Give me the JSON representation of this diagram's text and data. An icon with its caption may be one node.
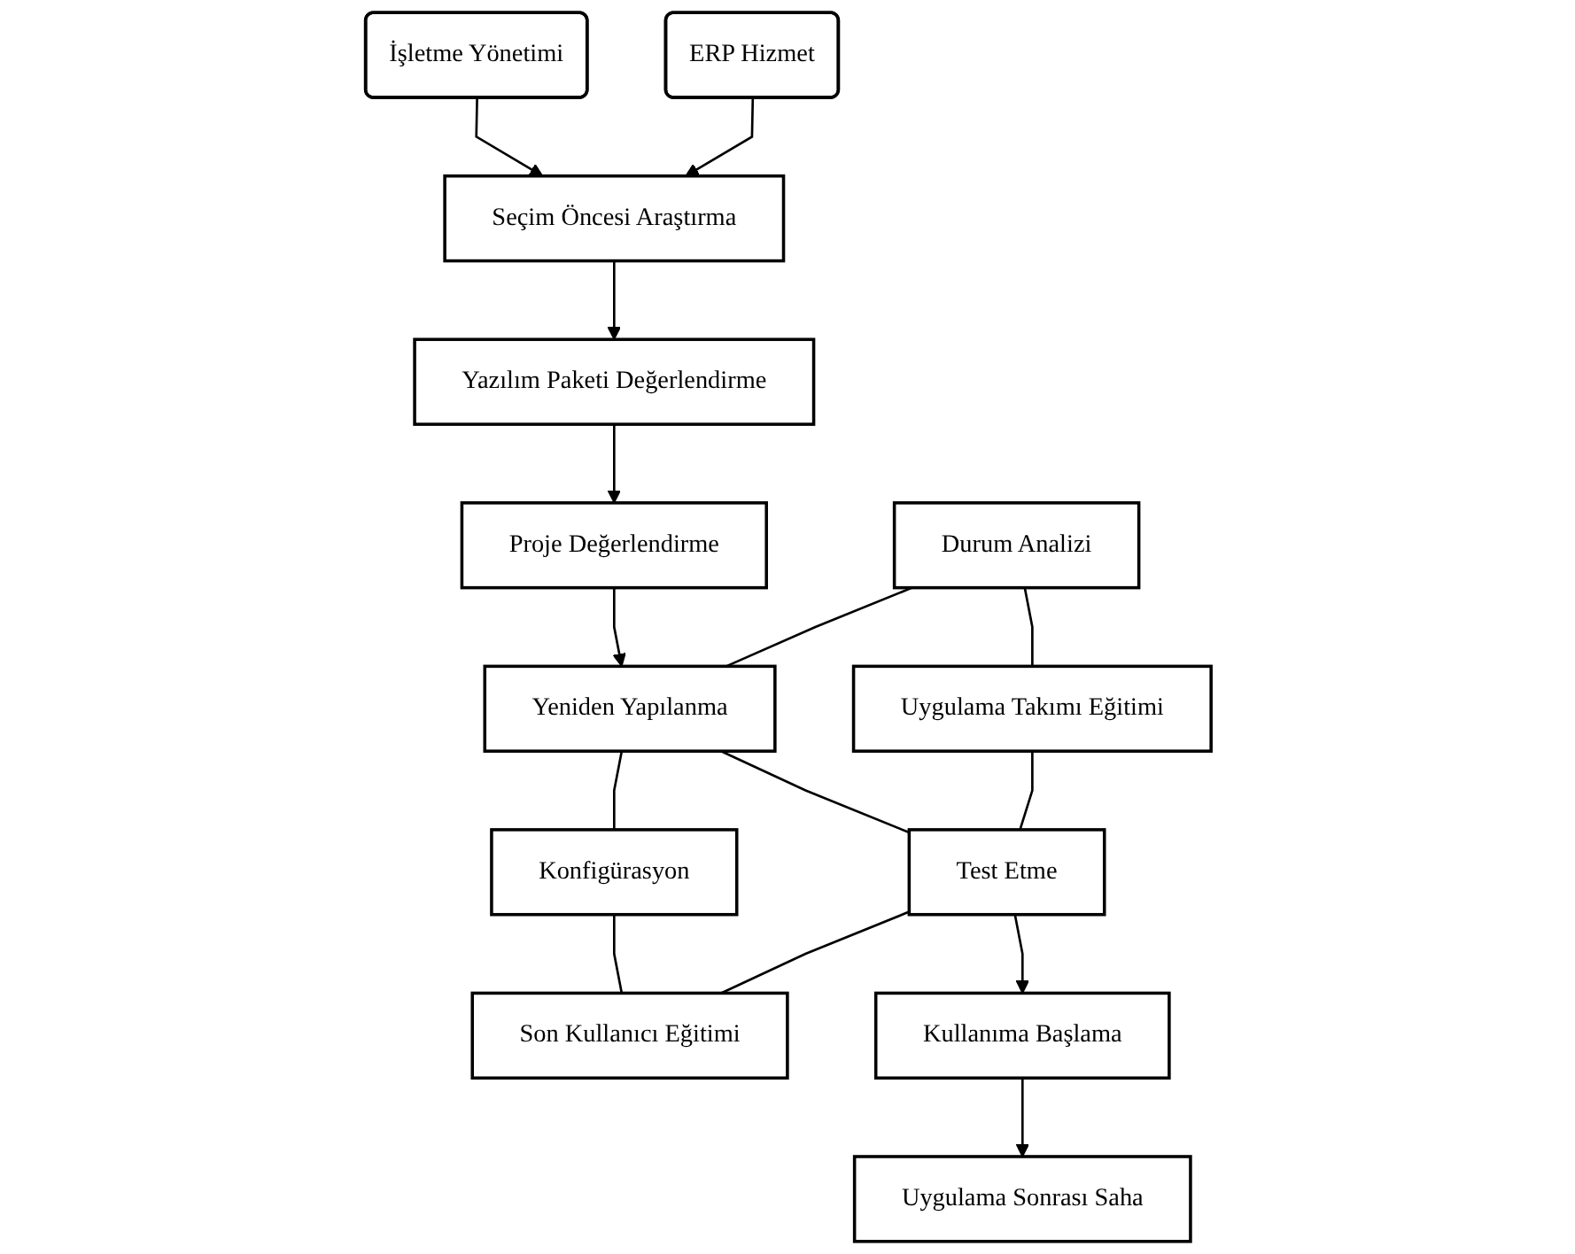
{
  "diagram": {
    "nodes": [
      {
        "text": [
          "İşletme Yönetimi"
        ]
      },
      {
        "text": [
          "Seçim Öncesi Araştırma"
        ]
      },
      {
        "text": [
          "ERP Hizmet"
        ]
      },
      {
        "text": [
          "Yazılım Paketi Değerlendirme"
        ]
      },
      {
        "text": [
          "Proje Değerlendirme"
        ]
      },
      {
        "text": [
          "Durum Analizi"
        ]
      },
      {
        "text": [
          "Yeniden Yapılanma"
        ]
      },
      {
        "text": [
          "Konfigürasyon"
        ]
      },
      {
        "text": [
          "Uygulama Takımı Eğitimi"
        ]
      },
      {
        "text": [
          "Test Etme"
        ]
      },
      {
        "text": [
          "Son Kullanıcı Eğitimi"
        ]
      },
      {
        "text": [
          "Kullanıma Başlama"
        ]
      },
      {
        "text": [
          "Uygulama Sonrası Saha"
        ]
      }
    ],
    "edges": [
      {
        "from": 0,
        "to": 1,
        "arrow": "to"
      },
      {
        "from": 2,
        "to": 1,
        "arrow": "to"
      },
      {
        "from": 1,
        "to": 3,
        "arrow": "to"
      },
      {
        "from": 3,
        "to": 4,
        "arrow": "to"
      },
      {
        "from": 4,
        "to": 6,
        "arrow": "to"
      },
      {
        "from": 5,
        "to": 6,
        "arrow": "none"
      },
      {
        "from": 6,
        "to": 7,
        "arrow": "none"
      },
      {
        "from": 5,
        "to": 8,
        "arrow": "none"
      },
      {
        "from": 6,
        "to": 9,
        "arrow": "none"
      },
      {
        "from": 7,
        "to": 10,
        "arrow": "none"
      },
      {
        "from": 8,
        "to": 9,
        "arrow": "none"
      },
      {
        "from": 9,
        "to": 10,
        "arrow": "none"
      },
      {
        "from": 9,
        "to": 11,
        "arrow": "to"
      },
      {
        "from": 11,
        "to": 12,
        "arrow": "to"
      }
    ]
  }
}
